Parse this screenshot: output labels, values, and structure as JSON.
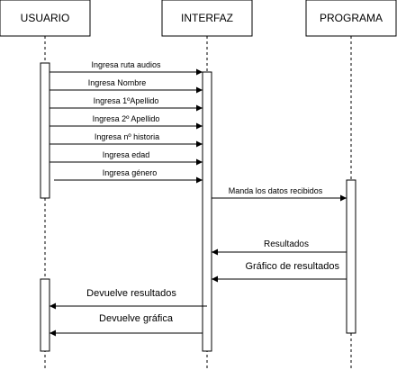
{
  "diagram": {
    "type": "sequence",
    "participants": [
      {
        "id": "usuario",
        "label": "USUARIO"
      },
      {
        "id": "interfaz",
        "label": "INTERFAZ"
      },
      {
        "id": "programa",
        "label": "PROGRAMA"
      }
    ],
    "messages": [
      {
        "from": "usuario",
        "to": "interfaz",
        "label": "Ingresa ruta audios"
      },
      {
        "from": "usuario",
        "to": "interfaz",
        "label": "Ingresa Nombre"
      },
      {
        "from": "usuario",
        "to": "interfaz",
        "label": "Ingresa 1ºApellido"
      },
      {
        "from": "usuario",
        "to": "interfaz",
        "label": "Ingresa 2º Apellido"
      },
      {
        "from": "usuario",
        "to": "interfaz",
        "label": "Ingresa nº historia"
      },
      {
        "from": "usuario",
        "to": "interfaz",
        "label": "Ingresa edad"
      },
      {
        "from": "usuario",
        "to": "interfaz",
        "label": "Ingresa género"
      },
      {
        "from": "interfaz",
        "to": "programa",
        "label": "Manda los datos recibidos"
      },
      {
        "from": "programa",
        "to": "interfaz",
        "label": "Resultados"
      },
      {
        "from": "programa",
        "to": "interfaz",
        "label": "Gráfico de resultados"
      },
      {
        "from": "interfaz",
        "to": "usuario",
        "label": "Devuelve resultados"
      },
      {
        "from": "interfaz",
        "to": "usuario",
        "label": "Devuelve gráfica"
      }
    ]
  }
}
